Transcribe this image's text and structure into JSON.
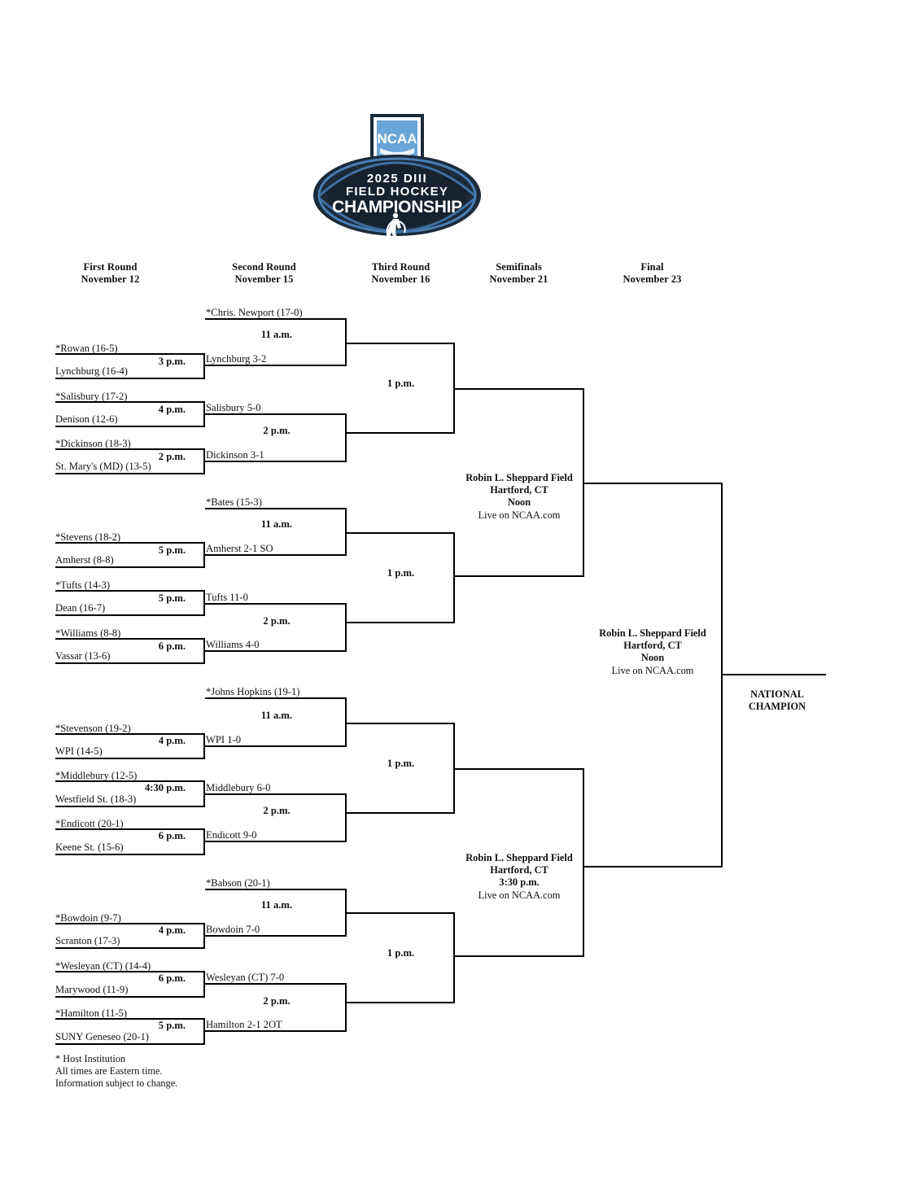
{
  "logo": {
    "ncaa_text": "NCAA",
    "line1": "2025 DIII",
    "line2": "FIELD HOCKEY",
    "line3": "CHAMPIONSHIP",
    "colors": {
      "dark_navy": "#1c2b3a",
      "mid_blue": "#3f6fa0",
      "light_blue": "#6aa5d8",
      "white": "#ffffff"
    }
  },
  "rounds": [
    {
      "name": "First Round",
      "date": "November 12"
    },
    {
      "name": "Second Round",
      "date": "November 15"
    },
    {
      "name": "Third Round",
      "date": "November 16"
    },
    {
      "name": "Semifinals",
      "date": "November 21"
    },
    {
      "name": "Final",
      "date": "November 23"
    }
  ],
  "first_round": [
    {
      "top": "*Rowan (16-5)",
      "bottom": "Lynchburg (16-4)",
      "time": "3 p.m."
    },
    {
      "top": "*Salisbury (17-2)",
      "bottom": "Denison (12-6)",
      "time": "4 p.m."
    },
    {
      "top": "*Dickinson (18-3)",
      "bottom": "St. Mary's (MD) (13-5)",
      "time": "2 p.m."
    },
    {
      "top": "*Stevens (18-2)",
      "bottom": "Amherst (8-8)",
      "time": "5 p.m."
    },
    {
      "top": "*Tufts (14-3)",
      "bottom": "Dean (16-7)",
      "time": "5 p.m."
    },
    {
      "top": "*Williams (8-8)",
      "bottom": "Vassar (13-6)",
      "time": "6 p.m."
    },
    {
      "top": "*Stevenson (19-2)",
      "bottom": "WPI (14-5)",
      "time": "4 p.m."
    },
    {
      "top": "*Middlebury (12-5)",
      "bottom": "Westfield St. (18-3)",
      "time": "4:30 p.m."
    },
    {
      "top": "*Endicott (20-1)",
      "bottom": "Keene St. (15-6)",
      "time": "6 p.m."
    },
    {
      "top": "*Bowdoin (9-7)",
      "bottom": "Scranton (17-3)",
      "time": "4 p.m."
    },
    {
      "top": "*Wesleyan (CT) (14-4)",
      "bottom": "Marywood (11-9)",
      "time": "6 p.m."
    },
    {
      "top": "*Hamilton (11-5)",
      "bottom": "SUNY Geneseo (20-1)",
      "time": "5 p.m."
    }
  ],
  "second_round": [
    {
      "top": "*Chris. Newport (17-0)",
      "bottom": "Lynchburg 3-2",
      "time": "11 a.m."
    },
    {
      "top": "Salisbury 5-0",
      "bottom": "Dickinson 3-1",
      "time": "2 p.m."
    },
    {
      "top": "*Bates (15-3)",
      "bottom": "Amherst 2-1 SO",
      "time": "11 a.m."
    },
    {
      "top": "Tufts 11-0",
      "bottom": "Williams 4-0",
      "time": "2 p.m."
    },
    {
      "top": "*Johns Hopkins (19-1)",
      "bottom": "WPI 1-0",
      "time": "11 a.m."
    },
    {
      "top": "Middlebury 6-0",
      "bottom": "Endicott 9-0",
      "time": "2 p.m."
    },
    {
      "top": "*Babson (20-1)",
      "bottom": "Bowdoin 7-0",
      "time": "11 a.m."
    },
    {
      "top": "Wesleyan (CT) 7-0",
      "bottom": "Hamilton 2-1 2OT",
      "time": "2 p.m."
    }
  ],
  "third_round": [
    {
      "time": "1 p.m."
    },
    {
      "time": "1 p.m."
    },
    {
      "time": "1 p.m."
    },
    {
      "time": "1 p.m."
    }
  ],
  "semifinals": [
    {
      "venue": "Robin L. Sheppard Field",
      "city": "Hartford, CT",
      "time": "Noon",
      "broadcast": "Live on NCAA.com"
    },
    {
      "venue": "Robin L. Sheppard Field",
      "city": "Hartford, CT",
      "time": "3:30 p.m.",
      "broadcast": "Live on NCAA.com"
    }
  ],
  "final": {
    "venue": "Robin L. Sheppard Field",
    "city": "Hartford, CT",
    "time": "Noon",
    "broadcast": "Live on NCAA.com"
  },
  "champion": {
    "line1": "NATIONAL",
    "line2": "CHAMPION"
  },
  "footnotes": [
    "* Host Institution",
    "All times are Eastern time.",
    "Information subject to change."
  ]
}
